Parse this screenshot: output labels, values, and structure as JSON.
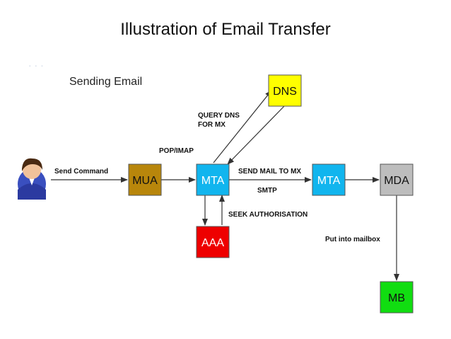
{
  "title": "Illustration of Email Transfer",
  "panel_title": "Sending Email",
  "colors": {
    "mua": "#b8860b",
    "mta": "#11b5ee",
    "dns": "#ffff00",
    "aaa": "#ee0000",
    "mda": "#bdbdbd",
    "mb": "#11dd11",
    "arrow": "#333333"
  },
  "nodes": {
    "user": "user-icon",
    "mua": "MUA",
    "mta1": "MTA",
    "mta2": "MTA",
    "mda": "MDA",
    "dns": "DNS",
    "aaa": "AAA",
    "mb": "MB"
  },
  "labels": {
    "send_command": "Send Command",
    "pop_imap": "POP/IMAP",
    "query_dns_1": "QUERY DNS",
    "query_dns_2": "FOR MX",
    "send_mail": "SEND MAIL TO MX",
    "smtp": "SMTP",
    "seek_auth": "SEEK AUTHORISATION",
    "put_mailbox": "Put into mailbox"
  }
}
